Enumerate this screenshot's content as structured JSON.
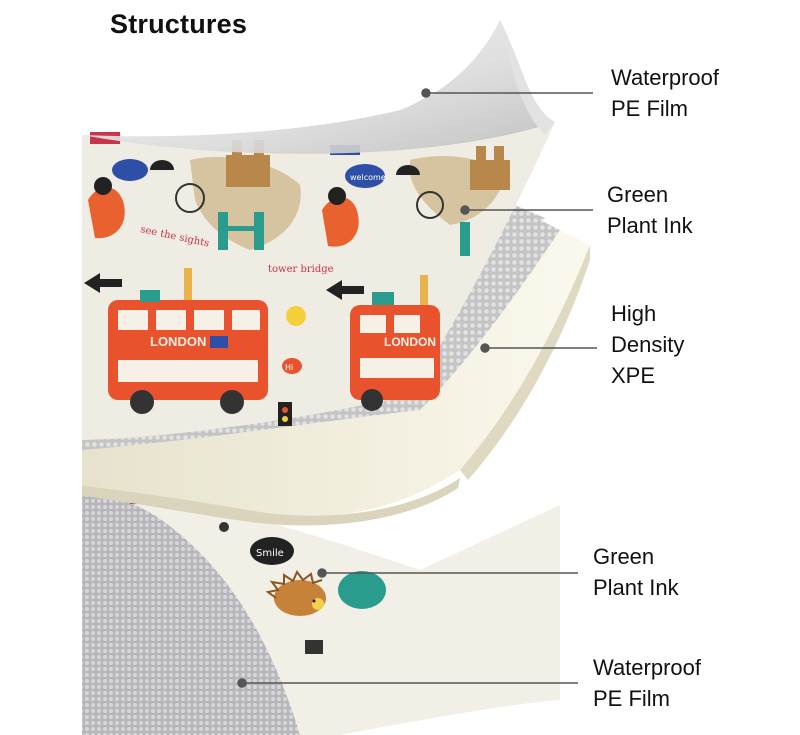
{
  "title": "Structures",
  "labels": [
    {
      "name": "waterproof-pe-film-top",
      "lines": [
        "Waterproof",
        "PE Film"
      ]
    },
    {
      "name": "green-plant-ink-top",
      "lines": [
        "Green",
        "Plant Ink"
      ]
    },
    {
      "name": "high-density-xpe",
      "lines": [
        "High",
        "Density",
        "XPE"
      ]
    },
    {
      "name": "green-plant-ink-bottom",
      "lines": [
        "Green",
        "Plant Ink"
      ]
    },
    {
      "name": "waterproof-pe-film-bottom",
      "lines": [
        "Waterproof",
        "PE Film"
      ]
    }
  ],
  "illustration": {
    "bus_sign": "LONDON",
    "bubble_top": "welcome",
    "bubble_bottom": "Smile",
    "handwriting_left": "see the sights",
    "handwriting_right": "tower bridge",
    "speech_hi": "Hi"
  },
  "colors": {
    "leader_line": "#555555",
    "bus_red": "#e8532e",
    "foam_cream": "#f4f1df",
    "film_gray": "#c9c9cd"
  }
}
